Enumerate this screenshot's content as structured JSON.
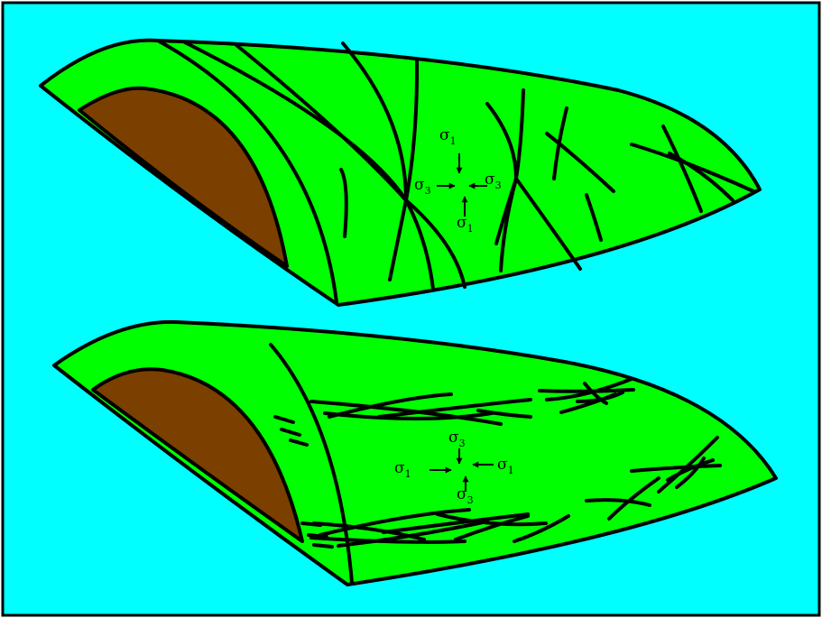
{
  "colors": {
    "background": "#00FFFF",
    "limb_surface": "#00FF00",
    "fold_core": "#7B3F00",
    "outline": "#000000"
  },
  "upper_fold": {
    "sigma_top": {
      "symbol": "σ",
      "sub": "1"
    },
    "sigma_bottom": {
      "symbol": "σ",
      "sub": "1"
    },
    "sigma_left": {
      "symbol": "σ",
      "sub": "3"
    },
    "sigma_right": {
      "symbol": "σ",
      "sub": "3"
    }
  },
  "lower_fold": {
    "sigma_top": {
      "symbol": "σ",
      "sub": "3"
    },
    "sigma_bottom": {
      "symbol": "σ",
      "sub": "3"
    },
    "sigma_left": {
      "symbol": "σ",
      "sub": "1"
    },
    "sigma_right": {
      "symbol": "σ",
      "sub": "1"
    }
  }
}
